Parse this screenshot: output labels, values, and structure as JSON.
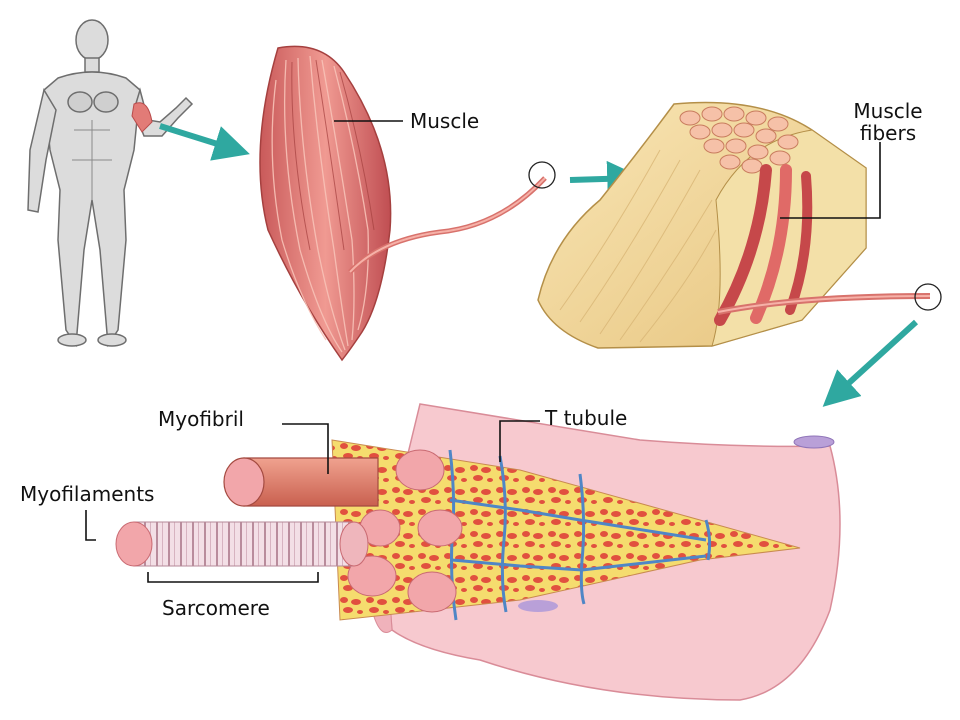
{
  "labels": {
    "muscle": "Muscle",
    "muscle_fibers_line1": "Muscle",
    "muscle_fibers_line2": "fibers",
    "myofibril": "Myofibril",
    "t_tubule": "T tubule",
    "myofilaments": "Myofilaments",
    "sarcomere": "Sarcomere"
  },
  "colors": {
    "muscle": "#e27b77",
    "muscle_dark": "#b94b4b",
    "sheath": "#f4d79a",
    "sheath_dark": "#c9a55e",
    "membrane": "#f7c9cf",
    "membrane_dark": "#d98c98",
    "t_tubule": "#4f86c6",
    "sr": "#f2df7a",
    "arrow": "#2fa8a0",
    "leader": "#111111"
  }
}
